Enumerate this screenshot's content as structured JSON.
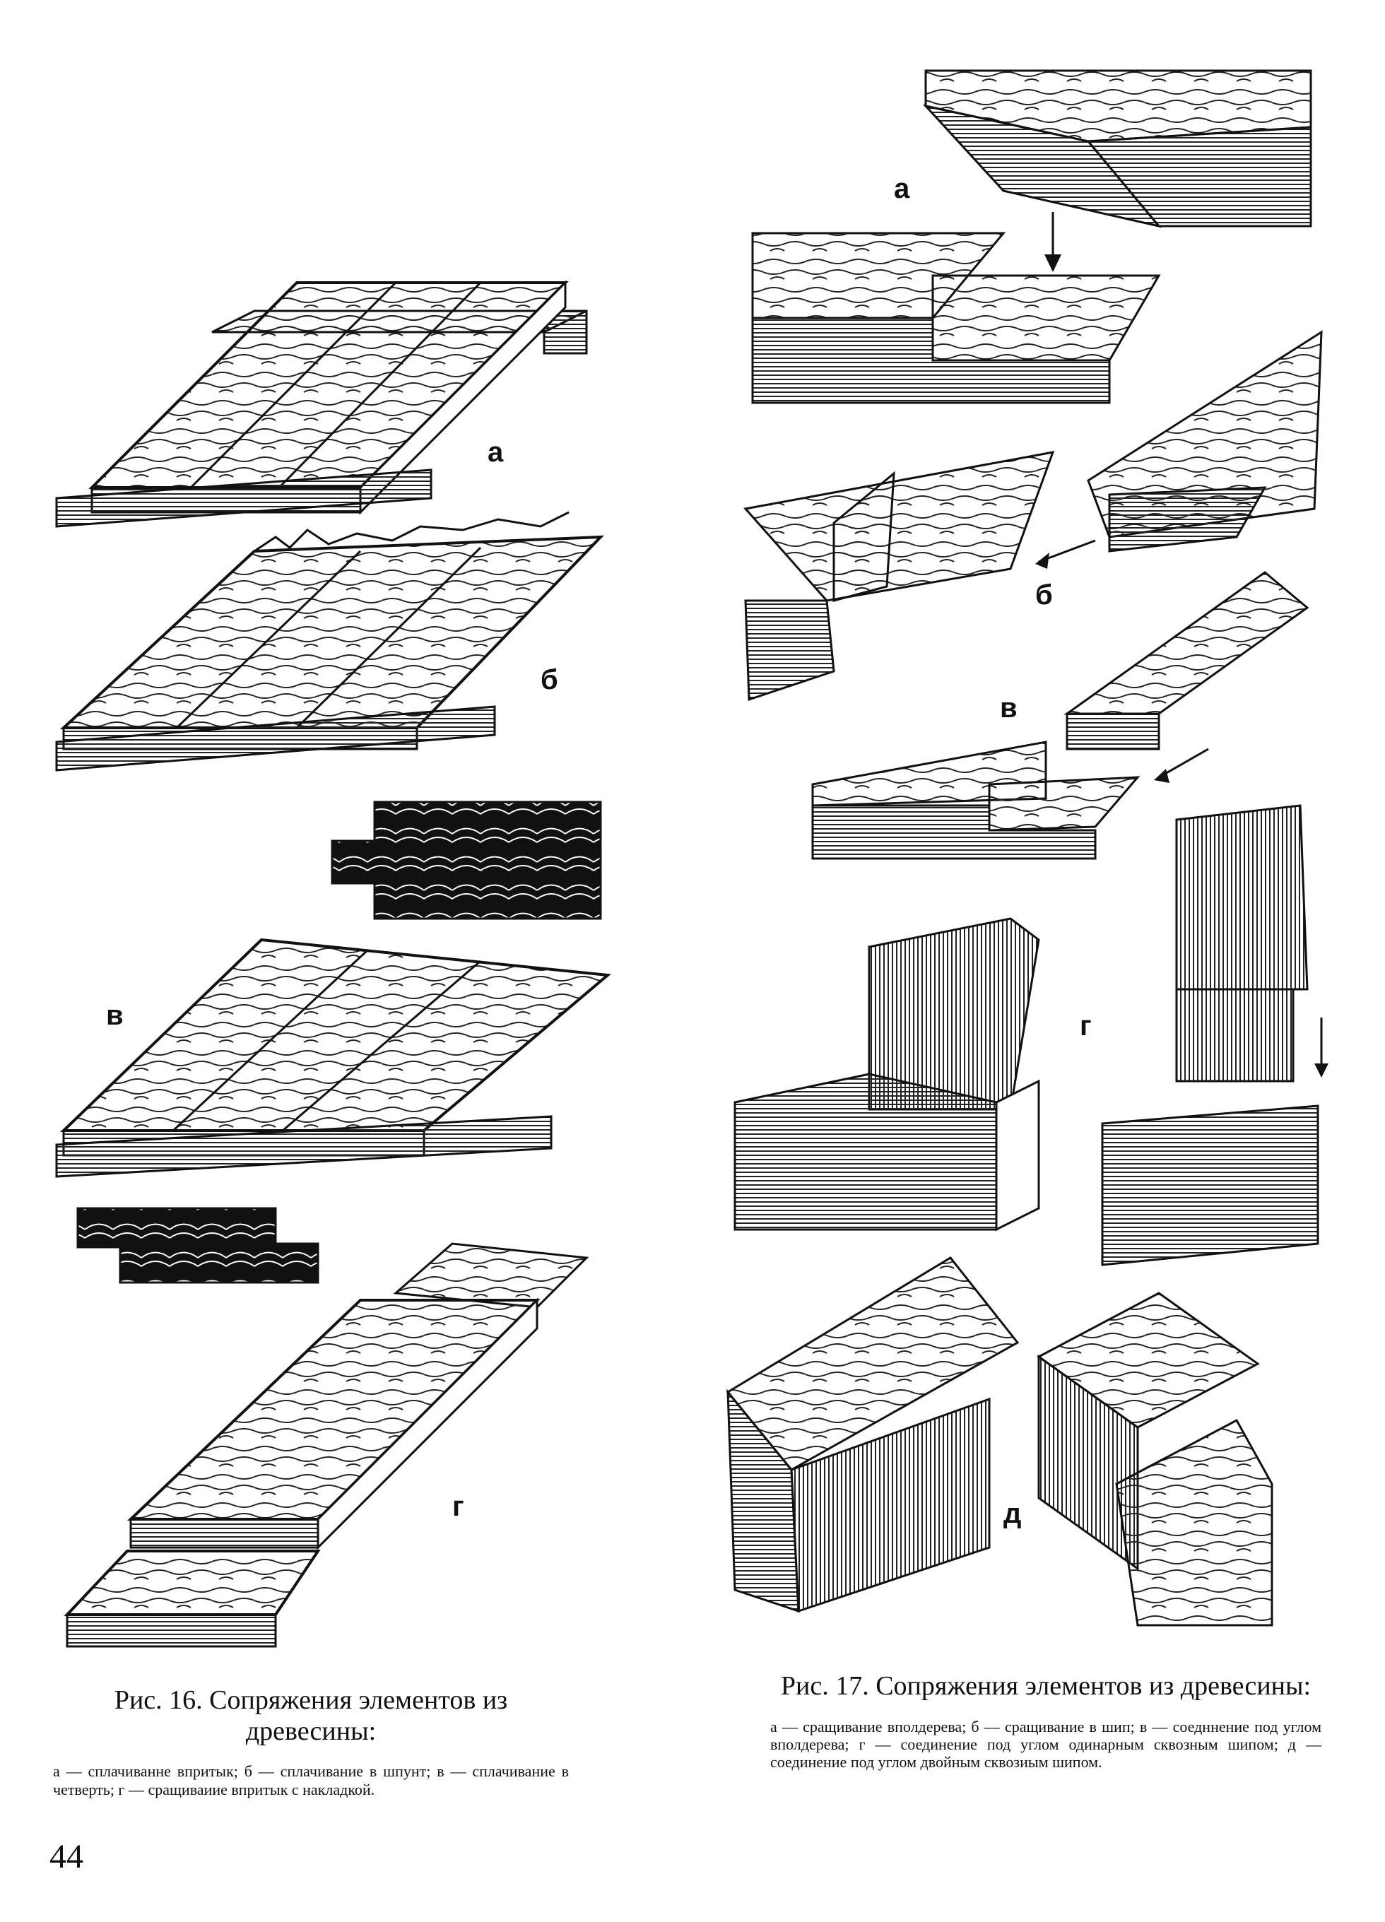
{
  "page_number": "44",
  "figure16": {
    "title": "Рис. 16. Сопряжения элементов из древесины:",
    "legend": "а — сплачиванне впритык; б — сплачивание в шпунт; в — сплачивание в четверть; г — сращиваиие впритык с накладкой.",
    "labels": {
      "a": "а",
      "b": "б",
      "v": "в",
      "g": "г"
    }
  },
  "figure17": {
    "title": "Рис. 17. Сопряжения элементов из древесины:",
    "legend": "а — сращивание вполдерева; б — сращивание в шип; в — соедннение под углом вполдерева; г — соединение под углом одинарным сквозным шипом; д — соединение под углом двойным сквозиым шипом.",
    "labels": {
      "a": "а",
      "b": "б",
      "v": "в",
      "g": "г",
      "d": "д"
    }
  }
}
